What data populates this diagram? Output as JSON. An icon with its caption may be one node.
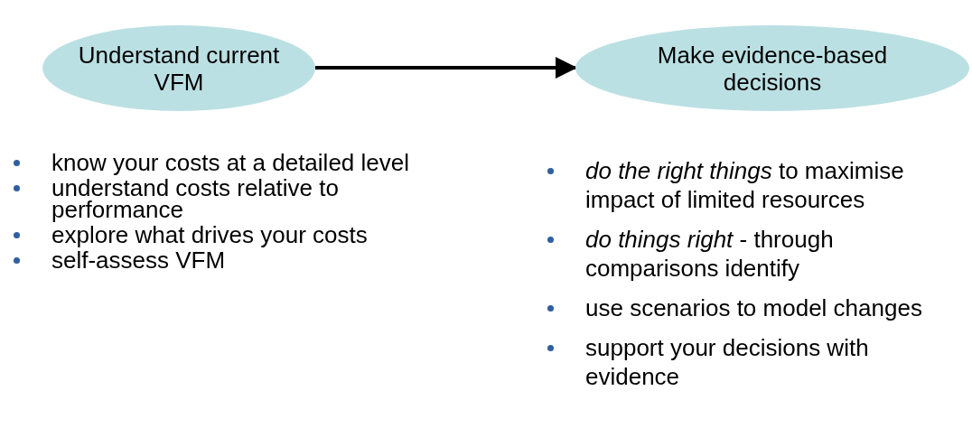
{
  "diagram": {
    "nodes": [
      {
        "text": [
          "Understand current VFM"
        ]
      },
      {
        "text": [
          "Make evidence-based decisions"
        ]
      }
    ],
    "edges": [
      {
        "from": 0,
        "to": 1,
        "arrow": "to"
      }
    ],
    "labels": [
      "know your costs at a detailed level",
      "understand costs relative to performance",
      "explore what drives your costs",
      "self-assess VFM",
      "*do the right things* to maximise impact of limited resources",
      "*do things right* - through comparisons identify",
      "use scenarios to model changes",
      "support your decisions with evidence"
    ]
  }
}
